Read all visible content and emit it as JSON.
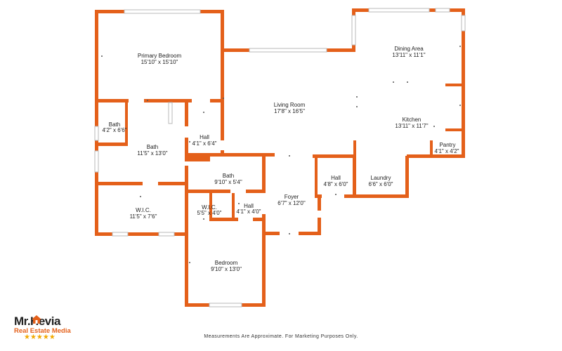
{
  "rooms": {
    "primary_bedroom": {
      "name": "Primary Bedroom",
      "dim": "15'10\" x 15'10\""
    },
    "living_room": {
      "name": "Living Room",
      "dim": "17'8\" x 16'5\""
    },
    "dining_area": {
      "name": "Dining Area",
      "dim": "13'11\" x 11'1\""
    },
    "kitchen": {
      "name": "Kitchen",
      "dim": "13'11\" x 11'7\""
    },
    "pantry": {
      "name": "Pantry",
      "dim": "4'1\" x 4'2\""
    },
    "bath_small": {
      "name": "Bath",
      "dim": "4'2\" x 6'6\""
    },
    "bath_primary": {
      "name": "Bath",
      "dim": "11'5\" x 13'0\""
    },
    "hall_upper": {
      "name": "Hall",
      "dim": "4'1\" x 6'4\""
    },
    "wic_primary": {
      "name": "W.I.C.",
      "dim": "11'5\" x 7'6\""
    },
    "bath_hall": {
      "name": "Bath",
      "dim": "9'10\" x 5'4\""
    },
    "wic_small": {
      "name": "W.I.C.",
      "dim": "5'5\" x 4'0\""
    },
    "hall_small": {
      "name": "Hall",
      "dim": "4'1\" x 4'0\""
    },
    "foyer": {
      "name": "Foyer",
      "dim": "6'7\" x 12'0\""
    },
    "hall_laundry": {
      "name": "Hall",
      "dim": "4'8\" x 6'0\""
    },
    "laundry": {
      "name": "Laundry",
      "dim": "6'6\" x 6'0\""
    },
    "bedroom": {
      "name": "Bedroom",
      "dim": "9'10\" x 13'0\""
    }
  },
  "footer": {
    "text": "Measurements Are Approximate. For Marketing Purposes Only."
  },
  "logo": {
    "name": "Mr.Hevia",
    "subtitle": "Real Estate Media",
    "stars": "★★★★★"
  },
  "colors": {
    "wall": "#e4601a",
    "logo_accent": "#e4601a",
    "stars": "#f2a900"
  }
}
